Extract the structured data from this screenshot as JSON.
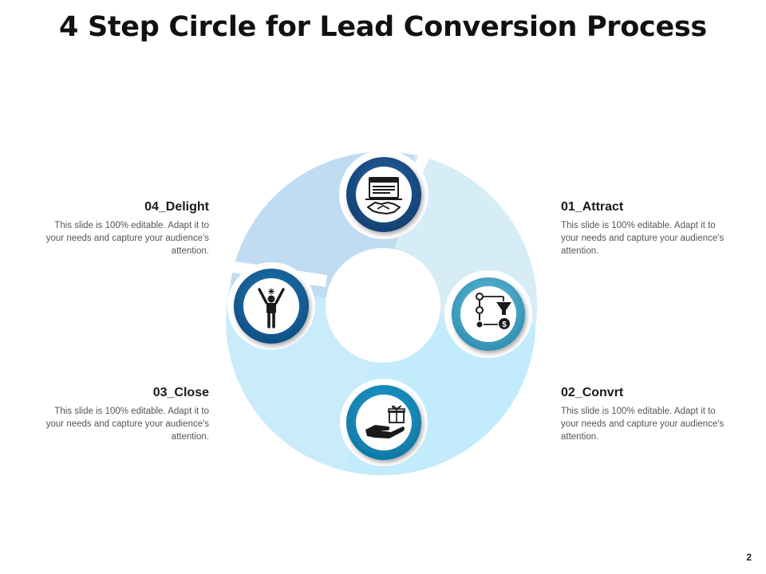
{
  "slide": {
    "title": "4 Step Circle for Lead Conversion Process",
    "page_number": "2"
  },
  "steps": [
    {
      "id": "attract",
      "heading": "01_Attract",
      "body": "This slide is 100% editable. Adapt it to your needs and capture your audience's attention.",
      "icon": "funnel-process-icon",
      "color": "#4aaac9"
    },
    {
      "id": "convert",
      "heading": "02_Convrt",
      "body": "This slide is 100% editable. Adapt it to your needs and capture your audience's attention.",
      "icon": "gift-hand-icon",
      "color": "#1e8fb8"
    },
    {
      "id": "close",
      "heading": "03_Close",
      "body": "This slide is 100% editable. Adapt it to your needs and capture your audience's attention.",
      "icon": "handshake-contract-icon",
      "color": "#1b5f93"
    },
    {
      "id": "delight",
      "heading": "04_Delight",
      "body": "This slide is 100% editable. Adapt it to your needs and capture your audience's attention.",
      "icon": "celebrating-person-icon",
      "color": "#166a9c"
    }
  ],
  "colors": {
    "segment_top_left": "#c0dcf3",
    "segment_right": "#d6ecf6",
    "segment_bottom": "#c2ebfb",
    "segment_left": "#c9ebfa"
  }
}
